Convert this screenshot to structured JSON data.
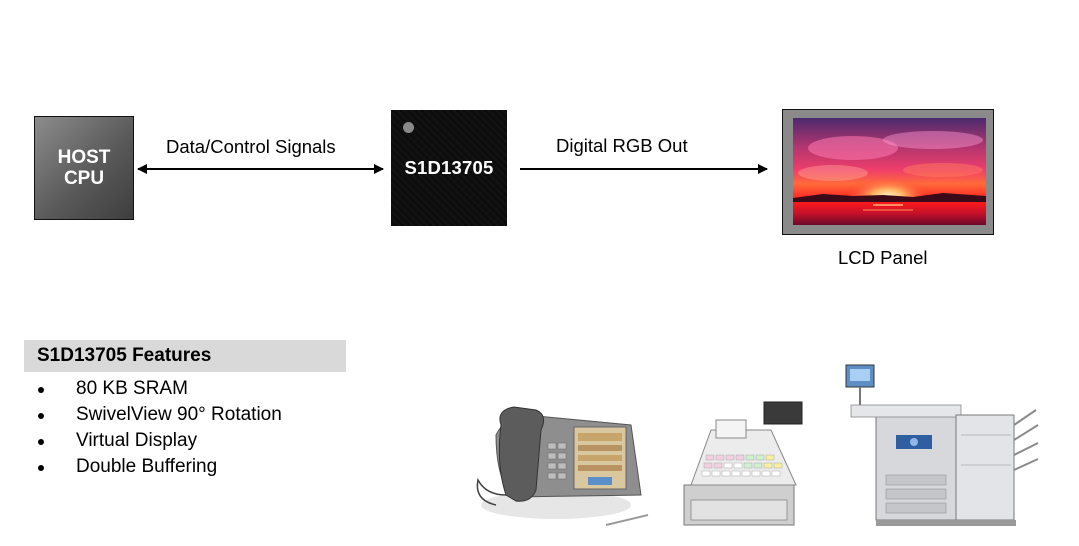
{
  "host": {
    "label": "HOST\nCPU"
  },
  "chip": {
    "label": "S1D13705"
  },
  "signals": {
    "data_control": "Data/Control Signals",
    "rgb_out": "Digital RGB Out"
  },
  "lcd": {
    "label": "LCD Panel"
  },
  "features": {
    "title": "S1D13705 Features",
    "items": [
      "80 KB SRAM",
      "SwivelView 90° Rotation",
      "Virtual Display",
      "Double Buffering"
    ]
  },
  "devices": [
    {
      "name": "desk-phone-icon"
    },
    {
      "name": "cash-register-icon"
    },
    {
      "name": "copier-icon"
    }
  ]
}
